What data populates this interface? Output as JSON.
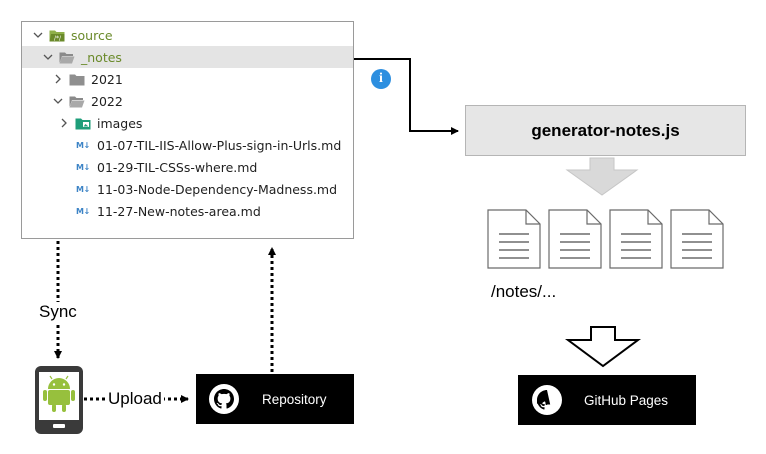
{
  "file_tree": {
    "items": [
      {
        "label": "source",
        "expanded": true,
        "icon": "folder-source-icon"
      },
      {
        "label": "_notes",
        "expanded": true,
        "selected": true,
        "icon": "folder-open-icon"
      },
      {
        "label": "2021",
        "expanded": false,
        "icon": "folder-closed-icon"
      },
      {
        "label": "2022",
        "expanded": true,
        "icon": "folder-open-icon"
      },
      {
        "label": "images",
        "expanded": false,
        "icon": "folder-images-icon"
      },
      {
        "label": "01-07-TIL-IIS-Allow-Plus-sign-in-Urls.md",
        "icon": "markdown-file-icon"
      },
      {
        "label": "01-29-TIL-CSSs-where.md",
        "icon": "markdown-file-icon"
      },
      {
        "label": "11-03-Node-Dependency-Madness.md",
        "icon": "markdown-file-icon"
      },
      {
        "label": "11-27-New-notes-area.md",
        "icon": "markdown-file-icon"
      }
    ],
    "md_badge": "M↓"
  },
  "generator": {
    "label": "generator-notes.js"
  },
  "info_badge": {
    "glyph": "i",
    "color": "#2d8fe0",
    "icon": "info-icon"
  },
  "output": {
    "path_label": "/notes/...",
    "document_count": 4,
    "icon": "document-icon"
  },
  "sync": {
    "label": "Sync"
  },
  "upload": {
    "label": "Upload"
  },
  "device": {
    "icon": "android-phone-icon"
  },
  "repository": {
    "label": "Repository",
    "icon": "github-icon"
  },
  "github_pages": {
    "label": "GitHub Pages",
    "icon": "github-icon"
  },
  "colors": {
    "source_folder": "#6a8a2a",
    "android_green": "#97c03d",
    "markdown_badge": "#3d84c6",
    "images_folder": "#1e9e7a"
  }
}
